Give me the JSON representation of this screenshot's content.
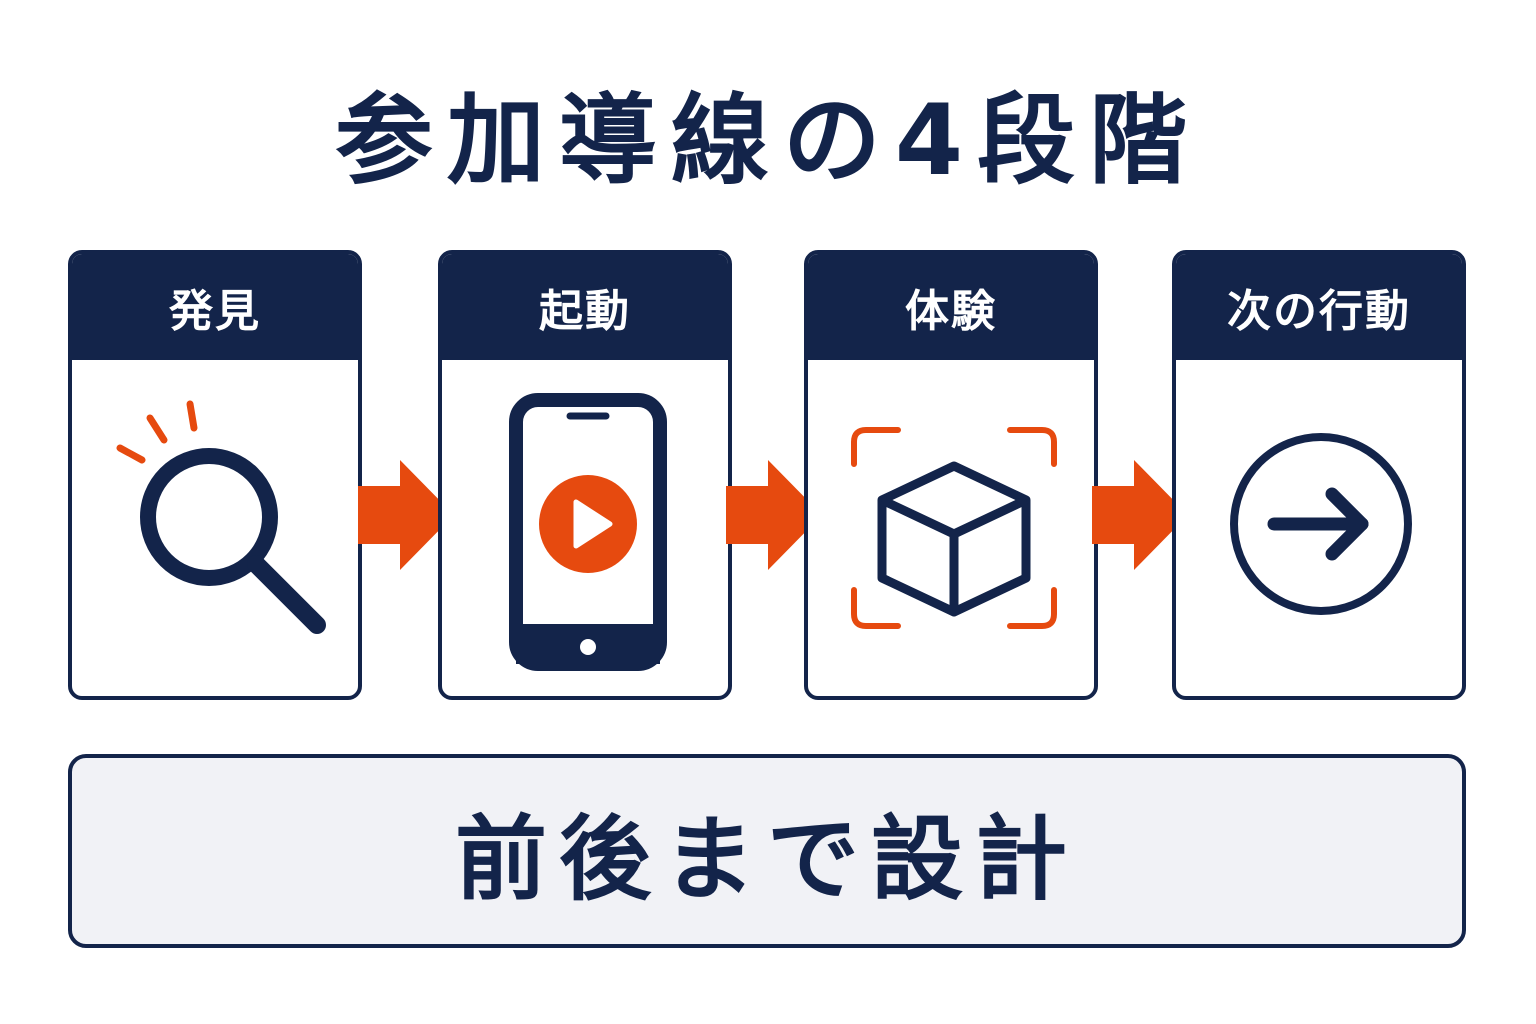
{
  "title": "参加導線の4段階",
  "stages": [
    {
      "label": "発見",
      "icon": "magnifying-glass-icon"
    },
    {
      "label": "起動",
      "icon": "smartphone-play-icon"
    },
    {
      "label": "体験",
      "icon": "cube-scan-icon"
    },
    {
      "label": "次の行動",
      "icon": "arrow-circle-icon"
    }
  ],
  "footer": {
    "text": "前後まで設計"
  },
  "colors": {
    "navy": "#13244a",
    "accent": "#e64a0f",
    "footer_background": "#f1f2f6"
  }
}
